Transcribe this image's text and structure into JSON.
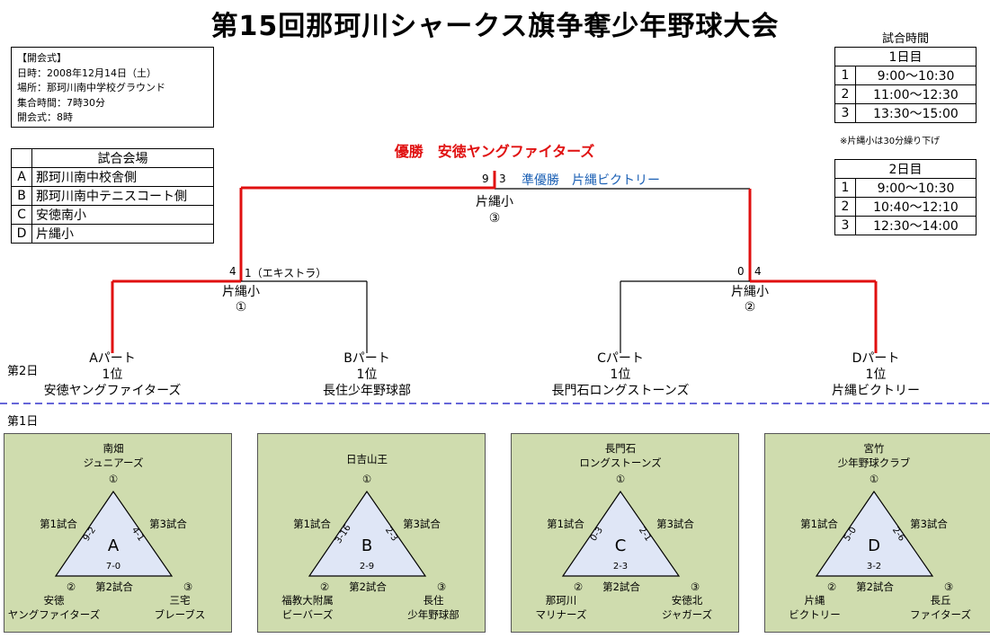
{
  "title": "第15回那珂川シャークス旗争奪少年野球大会",
  "opening": {
    "heading": "【開会式】",
    "date": "日時：2008年12月14日（土）",
    "place": "場所：那珂川南中学校グラウンド",
    "gather": "集合時間：7時30分",
    "start": "開会式：8時"
  },
  "venues": {
    "header": "試合会場",
    "rows": [
      {
        "key": "A",
        "name": "那珂川南中校舎側"
      },
      {
        "key": "B",
        "name": "那珂川南中テニスコート側"
      },
      {
        "key": "C",
        "name": "安徳南小"
      },
      {
        "key": "D",
        "name": "片縄小"
      }
    ]
  },
  "times": {
    "heading": "試合時間",
    "day1": {
      "header": "1日目",
      "rows": [
        {
          "no": "1",
          "time": "9:00～10:30"
        },
        {
          "no": "2",
          "time": "11:00～12:30"
        },
        {
          "no": "3",
          "time": "13:30～15:00"
        }
      ],
      "note": "※片縄小は30分繰り下げ"
    },
    "day2": {
      "header": "2日目",
      "rows": [
        {
          "no": "1",
          "time": "9:00～10:30"
        },
        {
          "no": "2",
          "time": "10:40～12:10"
        },
        {
          "no": "3",
          "time": "12:30～14:00"
        }
      ]
    }
  },
  "bracket": {
    "champion": "優勝　安徳ヤングファイターズ",
    "runner_up": "準優勝　片縄ビクトリー",
    "final": {
      "venue": "片縄小",
      "game": "③",
      "score_left": "9",
      "score_right": "3"
    },
    "semi_left": {
      "venue": "片縄小",
      "game": "①",
      "score_left": "4",
      "score_right": "1（エキストラ）"
    },
    "semi_right": {
      "venue": "片縄小",
      "game": "②",
      "score_left": "0",
      "score_right": "4"
    },
    "day2_label": "第2日",
    "day1_label": "第1日",
    "teams": [
      {
        "part": "Aパート",
        "rank": "1位",
        "name": "安徳ヤングファイターズ"
      },
      {
        "part": "Bパート",
        "rank": "1位",
        "name": "長住少年野球部"
      },
      {
        "part": "Cパート",
        "rank": "1位",
        "name": "長門石ロングストーンズ"
      },
      {
        "part": "Dパート",
        "rank": "1位",
        "name": "片縄ビクトリー"
      }
    ]
  },
  "groups": [
    {
      "letter": "A",
      "top_team": "南畑\nジュニアーズ",
      "left_team": "安徳\nヤングファイターズ",
      "right_team": "三宅\nブレーブス",
      "score_left": "9-2",
      "score_right": "4-1",
      "score_bottom": "7-0"
    },
    {
      "letter": "B",
      "top_team": "日吉山王",
      "left_team": "福教大附属\nビーバーズ",
      "right_team": "長住\n少年野球部",
      "score_left": "3-16",
      "score_right": "2-3",
      "score_bottom": "2-9"
    },
    {
      "letter": "C",
      "top_team": "長門石\nロングストーンズ",
      "left_team": "那珂川\nマリナーズ",
      "right_team": "安徳北\nジャガーズ",
      "score_left": "0-3",
      "score_right": "2-1",
      "score_bottom": "2-3"
    },
    {
      "letter": "D",
      "top_team": "宮竹\n少年野球クラブ",
      "left_team": "片縄\nビクトリー",
      "right_team": "長丘\nファイターズ",
      "score_left": "5-0",
      "score_right": "2-6",
      "score_bottom": "3-2"
    }
  ],
  "group_labels": {
    "game1": "第1試合",
    "game2": "第2試合",
    "game3": "第3試合",
    "pos_top": "①",
    "pos_left": "②",
    "pos_right": "③"
  },
  "colors": {
    "winner_line": "#e01010",
    "runner_up_text": "#1a5fb4",
    "panel_bg": "#cfdcae",
    "divider": "#3333cc"
  }
}
